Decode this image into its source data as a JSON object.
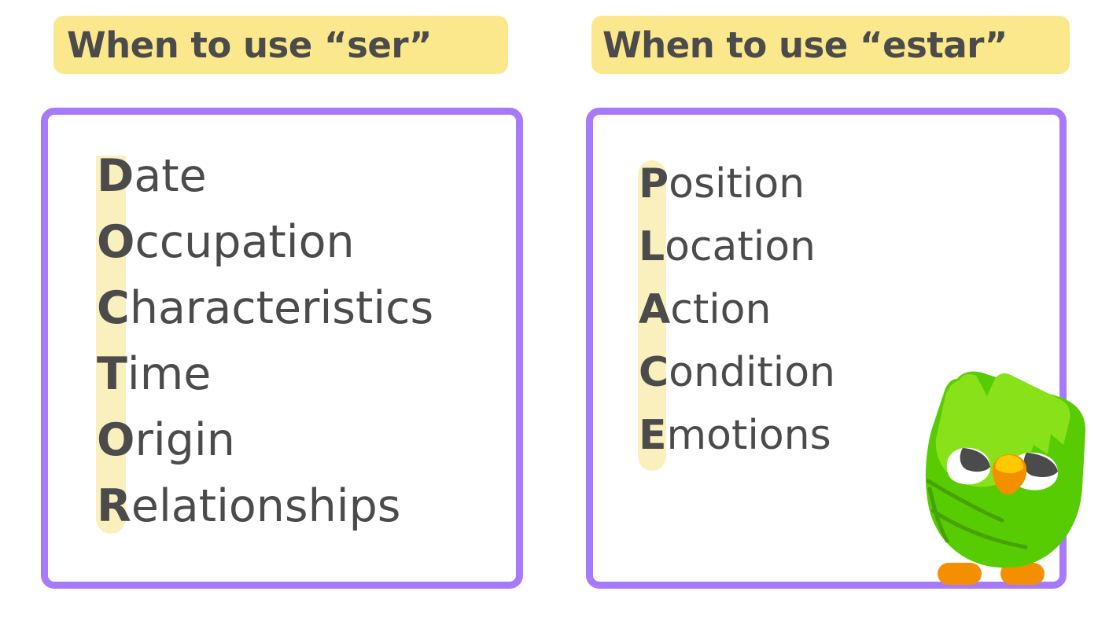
{
  "page": {
    "background_color": "#FFFFFF",
    "accent_border_color": "#A779FB",
    "pill_color": "#FCE88C",
    "highlight_color": "#FAF0BE",
    "text_color": "#4B4B4B"
  },
  "columns": [
    {
      "header": "When to use “ser”",
      "mnemonic": "DOCTOR",
      "items": [
        {
          "initial": "D",
          "rest": "ate"
        },
        {
          "initial": "O",
          "rest": "ccupation"
        },
        {
          "initial": "C",
          "rest": "haracteristics"
        },
        {
          "initial": "T",
          "rest": "ime"
        },
        {
          "initial": "O",
          "rest": "rigin"
        },
        {
          "initial": "R",
          "rest": "elationships"
        }
      ]
    },
    {
      "header": "When to use “estar”",
      "mnemonic": "PLACE",
      "items": [
        {
          "initial": "P",
          "rest": "osition"
        },
        {
          "initial": "L",
          "rest": "ocation"
        },
        {
          "initial": "A",
          "rest": "ction"
        },
        {
          "initial": "C",
          "rest": "ondition"
        },
        {
          "initial": "E",
          "rest": "motions"
        }
      ]
    }
  ],
  "mascot": {
    "name": "duo-owl",
    "body_color": "#58CC02",
    "face_color": "#89E219",
    "beak_color": "#F49000",
    "beak_highlight_color": "#FFC800",
    "eye_white_color": "#FFFFFF",
    "pupil_color": "#4B4B4B",
    "feet_color": "#F49000"
  }
}
